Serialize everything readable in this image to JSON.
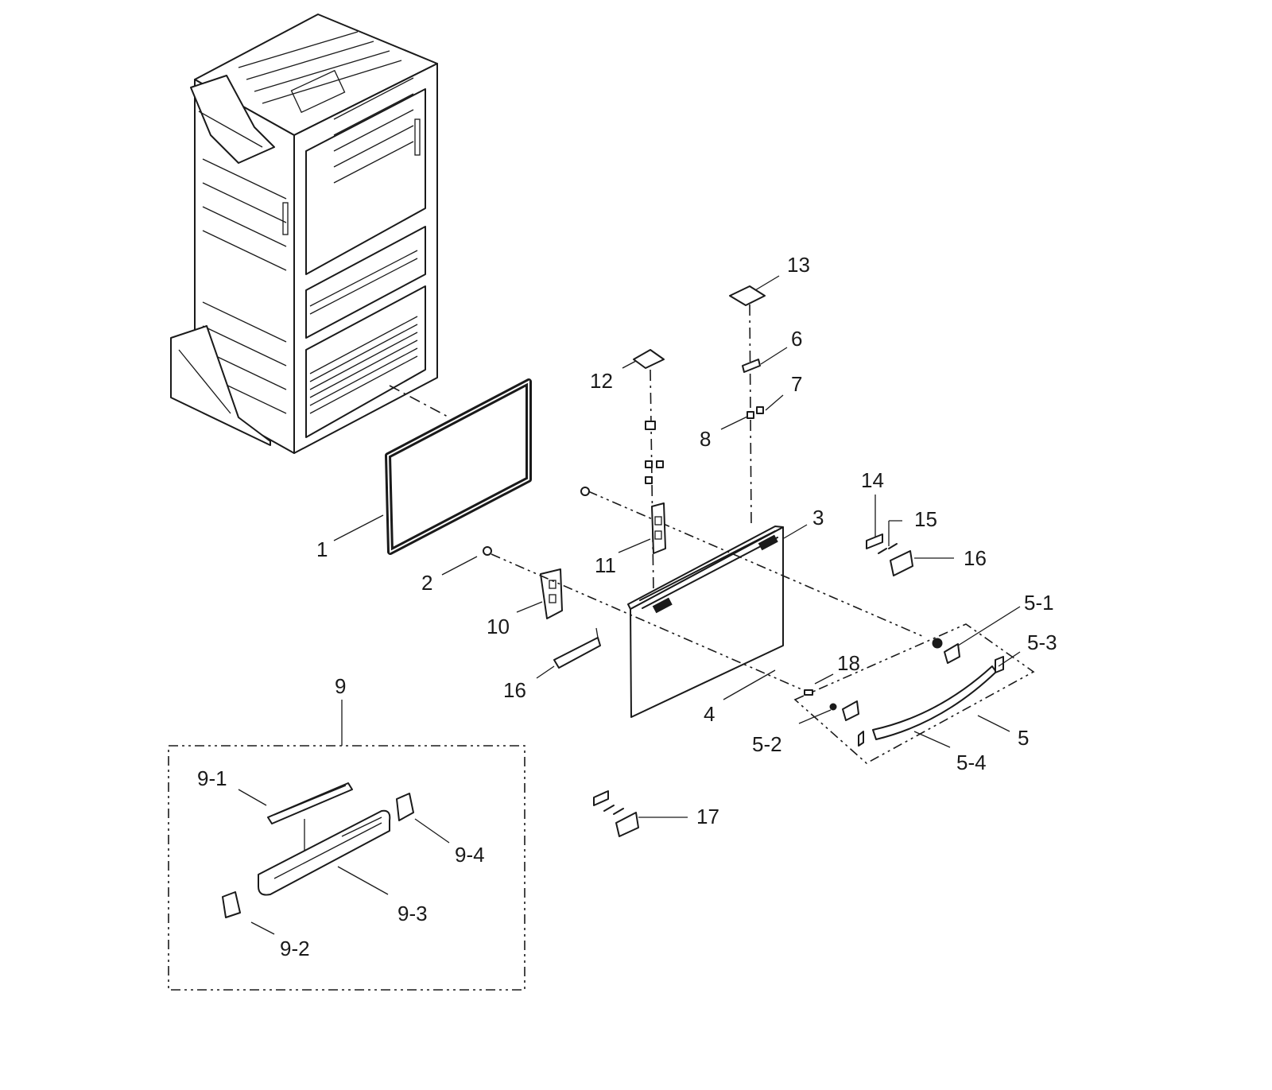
{
  "labels": {
    "p1": "1",
    "p2": "2",
    "p3": "3",
    "p4": "4",
    "p5": "5",
    "p5_1": "5-1",
    "p5_2": "5-2",
    "p5_3": "5-3",
    "p5_4": "5-4",
    "p6": "6",
    "p7": "7",
    "p8": "8",
    "p9": "9",
    "p9_1": "9-1",
    "p9_2": "9-2",
    "p9_3": "9-3",
    "p9_4": "9-4",
    "p10": "10",
    "p11": "11",
    "p12": "12",
    "p13": "13",
    "p14": "14",
    "p15": "15",
    "p16a": "16",
    "p16b": "16",
    "p17": "17",
    "p18": "18"
  }
}
